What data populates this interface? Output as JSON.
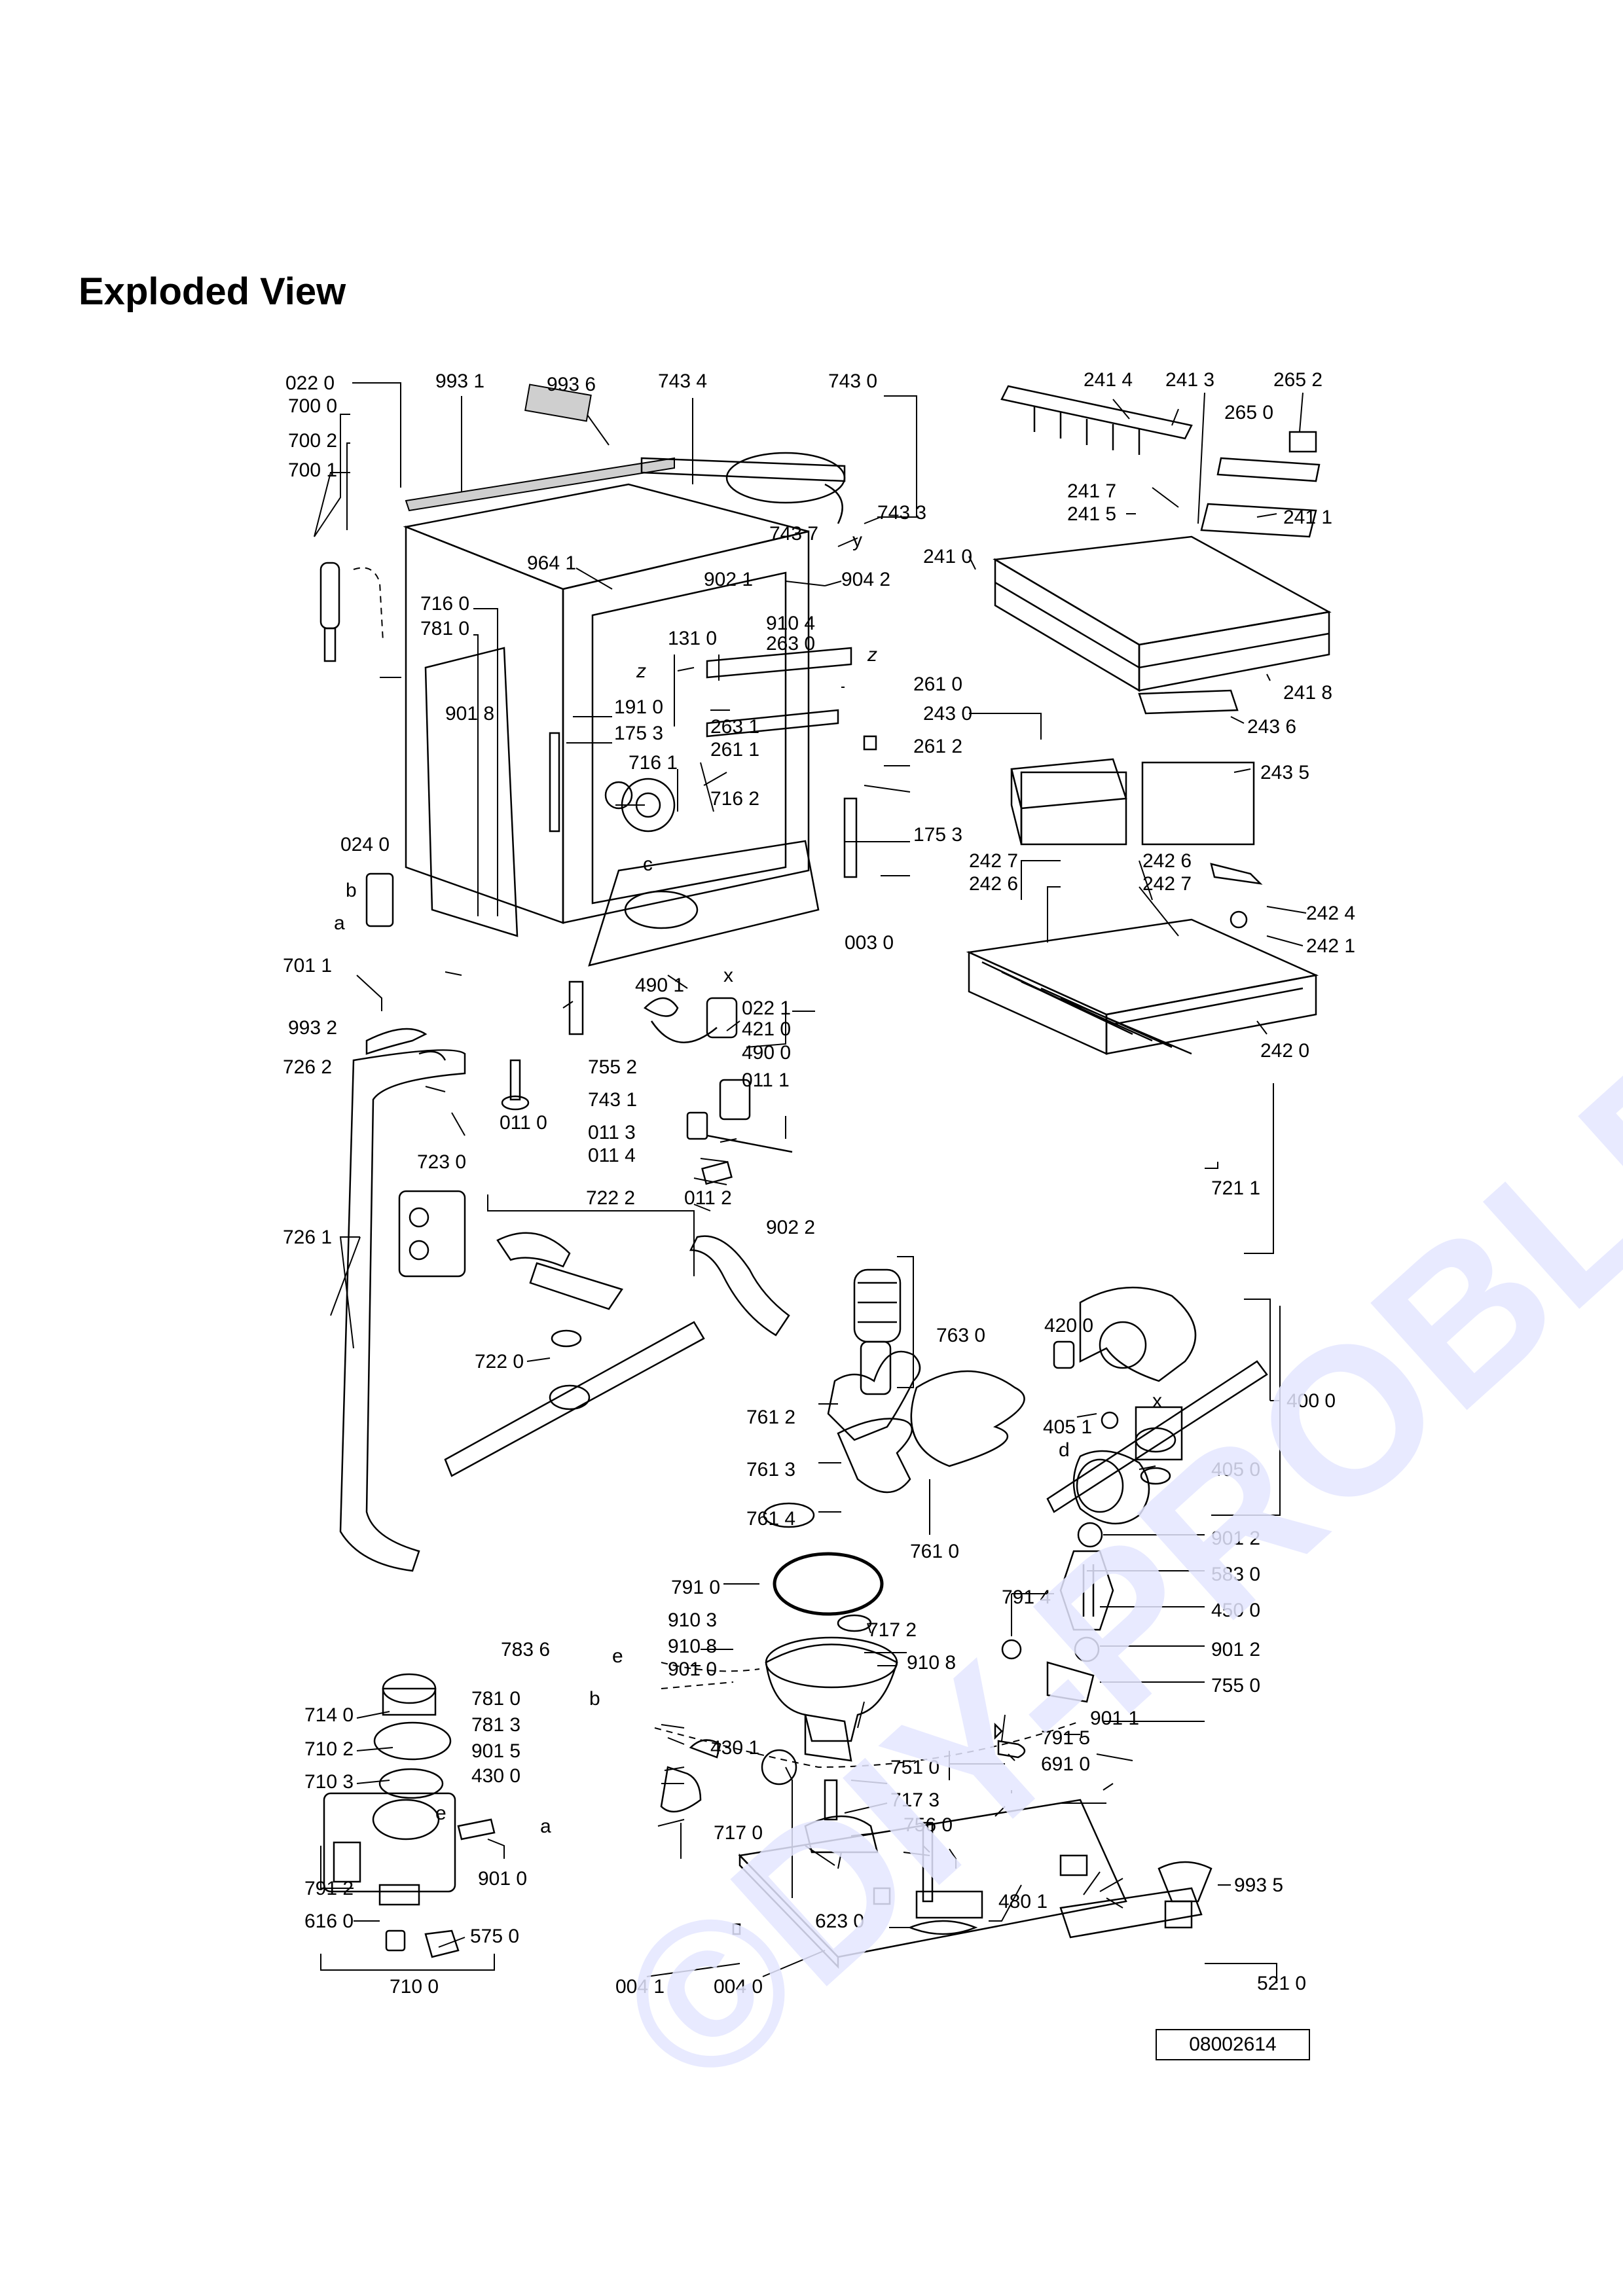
{
  "page_title": "Exploded View",
  "drawing_code": "08002614",
  "watermark_text": "©DIY-PROBLEM.cz",
  "watermark_color": "#e4e6ff",
  "labels": [
    {
      "id": "022-0",
      "text": "022 0"
    },
    {
      "id": "700-0",
      "text": "700 0"
    },
    {
      "id": "700-2",
      "text": "700 2"
    },
    {
      "id": "700-1",
      "text": "700 1"
    },
    {
      "id": "993-1",
      "text": "993 1"
    },
    {
      "id": "993-6",
      "text": "993 6"
    },
    {
      "id": "743-4",
      "text": "743 4"
    },
    {
      "id": "743-0",
      "text": "743 0"
    },
    {
      "id": "743-3",
      "text": "743 3"
    },
    {
      "id": "743-7",
      "text": "743 7"
    },
    {
      "id": "964-1",
      "text": "964 1"
    },
    {
      "id": "902-1",
      "text": "902 1"
    },
    {
      "id": "904-2",
      "text": "904 2"
    },
    {
      "id": "716-0",
      "text": "716 0"
    },
    {
      "id": "781-0a",
      "text": "781 0"
    },
    {
      "id": "131-0",
      "text": "131 0"
    },
    {
      "id": "910-4",
      "text": "910 4"
    },
    {
      "id": "263-0",
      "text": "263 0"
    },
    {
      "id": "901-8",
      "text": "901 8"
    },
    {
      "id": "191-0",
      "text": "191 0"
    },
    {
      "id": "175-3a",
      "text": "175 3"
    },
    {
      "id": "263-1",
      "text": "263 1"
    },
    {
      "id": "261-1",
      "text": "261 1"
    },
    {
      "id": "261-0",
      "text": "261 0"
    },
    {
      "id": "261-2",
      "text": "261 2"
    },
    {
      "id": "716-1",
      "text": "716 1"
    },
    {
      "id": "716-2",
      "text": "716 2"
    },
    {
      "id": "024-0",
      "text": "024 0"
    },
    {
      "id": "175-3b",
      "text": "175 3"
    },
    {
      "id": "003-0",
      "text": "003 0"
    },
    {
      "id": "701-1",
      "text": "701 1"
    },
    {
      "id": "490-1",
      "text": "490 1"
    },
    {
      "id": "022-1",
      "text": "022 1"
    },
    {
      "id": "421-0",
      "text": "421 0"
    },
    {
      "id": "490-0",
      "text": "490 0"
    },
    {
      "id": "993-2",
      "text": "993 2"
    },
    {
      "id": "755-2",
      "text": "755 2"
    },
    {
      "id": "726-2",
      "text": "726 2"
    },
    {
      "id": "743-1",
      "text": "743 1"
    },
    {
      "id": "011-1",
      "text": "011 1"
    },
    {
      "id": "011-0",
      "text": "011 0"
    },
    {
      "id": "011-3",
      "text": "011 3"
    },
    {
      "id": "011-4",
      "text": "011 4"
    },
    {
      "id": "723-0",
      "text": "723 0"
    },
    {
      "id": "011-2",
      "text": "011 2"
    },
    {
      "id": "902-2",
      "text": "902 2"
    },
    {
      "id": "722-2",
      "text": "722 2"
    },
    {
      "id": "726-1",
      "text": "726 1"
    },
    {
      "id": "722-0",
      "text": "722 0"
    },
    {
      "id": "241-4",
      "text": "241 4"
    },
    {
      "id": "241-3",
      "text": "241 3"
    },
    {
      "id": "265-2",
      "text": "265 2"
    },
    {
      "id": "265-0",
      "text": "265 0"
    },
    {
      "id": "241-7",
      "text": "241 7"
    },
    {
      "id": "241-5",
      "text": "241 5"
    },
    {
      "id": "241-1",
      "text": "241 1"
    },
    {
      "id": "241-0",
      "text": "241 0"
    },
    {
      "id": "241-8",
      "text": "241 8"
    },
    {
      "id": "243-6",
      "text": "243 6"
    },
    {
      "id": "243-0",
      "text": "243 0"
    },
    {
      "id": "243-5",
      "text": "243 5"
    },
    {
      "id": "242-7a",
      "text": "242 7"
    },
    {
      "id": "242-6a",
      "text": "242 6"
    },
    {
      "id": "242-6b",
      "text": "242 6"
    },
    {
      "id": "242-7b",
      "text": "242 7"
    },
    {
      "id": "242-4",
      "text": "242 4"
    },
    {
      "id": "242-1",
      "text": "242 1"
    },
    {
      "id": "242-0",
      "text": "242 0"
    },
    {
      "id": "721-1",
      "text": "721 1"
    },
    {
      "id": "763-0",
      "text": "763 0"
    },
    {
      "id": "420-0",
      "text": "420 0"
    },
    {
      "id": "761-2",
      "text": "761 2"
    },
    {
      "id": "400-0",
      "text": "400 0"
    },
    {
      "id": "405-1",
      "text": "405 1"
    },
    {
      "id": "761-3",
      "text": "761 3"
    },
    {
      "id": "405-0",
      "text": "405 0"
    },
    {
      "id": "761-4",
      "text": "761 4"
    },
    {
      "id": "761-0",
      "text": "761 0"
    },
    {
      "id": "901-2a",
      "text": "901 2"
    },
    {
      "id": "583-0",
      "text": "583 0"
    },
    {
      "id": "791-0",
      "text": "791 0"
    },
    {
      "id": "791-4",
      "text": "791 4"
    },
    {
      "id": "450-0",
      "text": "450 0"
    },
    {
      "id": "783-6",
      "text": "783 6"
    },
    {
      "id": "910-3",
      "text": "910 3"
    },
    {
      "id": "717-2",
      "text": "717 2"
    },
    {
      "id": "901-2b",
      "text": "901 2"
    },
    {
      "id": "910-8a",
      "text": "910 8"
    },
    {
      "id": "910-8b",
      "text": "910 8"
    },
    {
      "id": "901-0a",
      "text": "901 0"
    },
    {
      "id": "755-0",
      "text": "755 0"
    },
    {
      "id": "714-0",
      "text": "714 0"
    },
    {
      "id": "781-0b",
      "text": "781 0"
    },
    {
      "id": "901-1",
      "text": "901 1"
    },
    {
      "id": "781-3",
      "text": "781 3"
    },
    {
      "id": "710-2",
      "text": "710 2"
    },
    {
      "id": "791-5",
      "text": "791 5"
    },
    {
      "id": "901-5",
      "text": "901 5"
    },
    {
      "id": "430-1",
      "text": "430 1"
    },
    {
      "id": "691-0",
      "text": "691 0"
    },
    {
      "id": "751-0",
      "text": "751 0"
    },
    {
      "id": "710-3",
      "text": "710 3"
    },
    {
      "id": "430-0",
      "text": "430 0"
    },
    {
      "id": "717-3",
      "text": "717 3"
    },
    {
      "id": "756-0",
      "text": "756 0"
    },
    {
      "id": "717-0",
      "text": "717 0"
    },
    {
      "id": "901-0b",
      "text": "901 0"
    },
    {
      "id": "480-1",
      "text": "480 1"
    },
    {
      "id": "993-5",
      "text": "993 5"
    },
    {
      "id": "791-2",
      "text": "791 2"
    },
    {
      "id": "623-0",
      "text": "623 0"
    },
    {
      "id": "575-0",
      "text": "575 0"
    },
    {
      "id": "616-0",
      "text": "616 0"
    },
    {
      "id": "004-1",
      "text": "004 1"
    },
    {
      "id": "004-0",
      "text": "004 0"
    },
    {
      "id": "521-0",
      "text": "521 0"
    },
    {
      "id": "710-0",
      "text": "710 0"
    }
  ],
  "ref_letters": [
    {
      "id": "z1",
      "text": "z"
    },
    {
      "id": "z2",
      "text": "z"
    },
    {
      "id": "y",
      "text": "y"
    },
    {
      "id": "b1",
      "text": "b"
    },
    {
      "id": "a1",
      "text": "a"
    },
    {
      "id": "c",
      "text": "c"
    },
    {
      "id": "x1",
      "text": "x"
    },
    {
      "id": "x2",
      "text": "x"
    },
    {
      "id": "d",
      "text": "d"
    },
    {
      "id": "e1",
      "text": "e"
    },
    {
      "id": "b2",
      "text": "b"
    },
    {
      "id": "e2",
      "text": "e"
    },
    {
      "id": "a2",
      "text": "a"
    }
  ]
}
